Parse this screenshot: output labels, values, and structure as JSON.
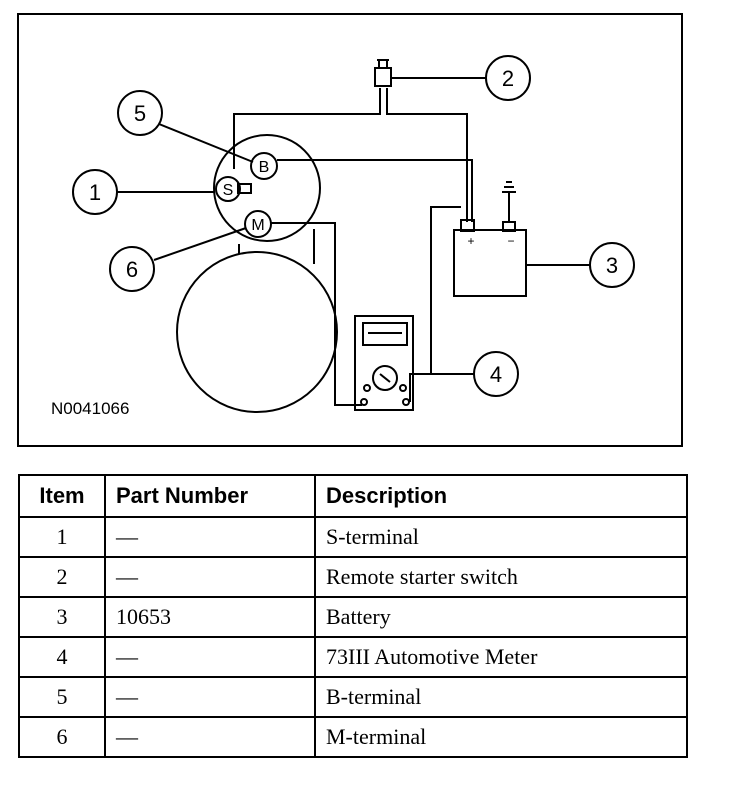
{
  "figure": {
    "id": "N0041066",
    "callouts": [
      "1",
      "2",
      "3",
      "4",
      "5",
      "6"
    ],
    "terminal_labels": {
      "s": "S",
      "b": "B",
      "m": "M"
    },
    "battery_labels": {
      "positive": "+",
      "negative": "−"
    }
  },
  "table": {
    "headers": [
      "Item",
      "Part Number",
      "Description"
    ],
    "rows": [
      {
        "item": "1",
        "part": "—",
        "desc": "S-terminal"
      },
      {
        "item": "2",
        "part": "—",
        "desc": "Remote starter switch"
      },
      {
        "item": "3",
        "part": "10653",
        "desc": "Battery"
      },
      {
        "item": "4",
        "part": "—",
        "desc": "73III Automotive Meter"
      },
      {
        "item": "5",
        "part": "—",
        "desc": "B-terminal"
      },
      {
        "item": "6",
        "part": "—",
        "desc": "M-terminal"
      }
    ]
  }
}
